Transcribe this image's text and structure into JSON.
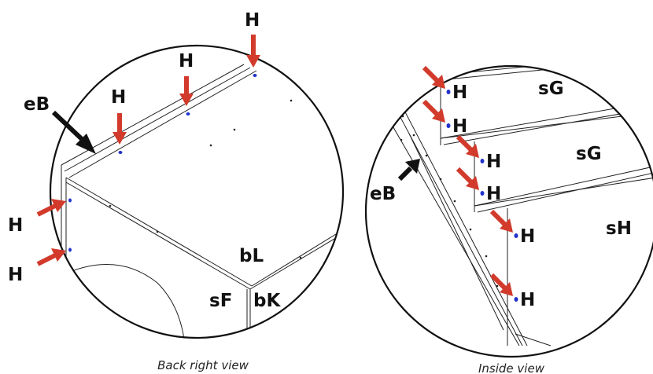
{
  "views": [
    {
      "caption": "Back right view",
      "labels": {
        "eB": "eB",
        "H": "H",
        "bL": "bL",
        "sF": "sF",
        "bK": "bK"
      }
    },
    {
      "caption": "Inside view",
      "labels": {
        "eB": "eB",
        "H": "H",
        "sG_top": "sG",
        "sG_mid": "sG",
        "sH": "sH"
      }
    }
  ],
  "colors": {
    "arrow_red": "#d23a2b",
    "arrow_black": "#111111",
    "hole_blue": "#2233cc",
    "line": "#222222"
  }
}
